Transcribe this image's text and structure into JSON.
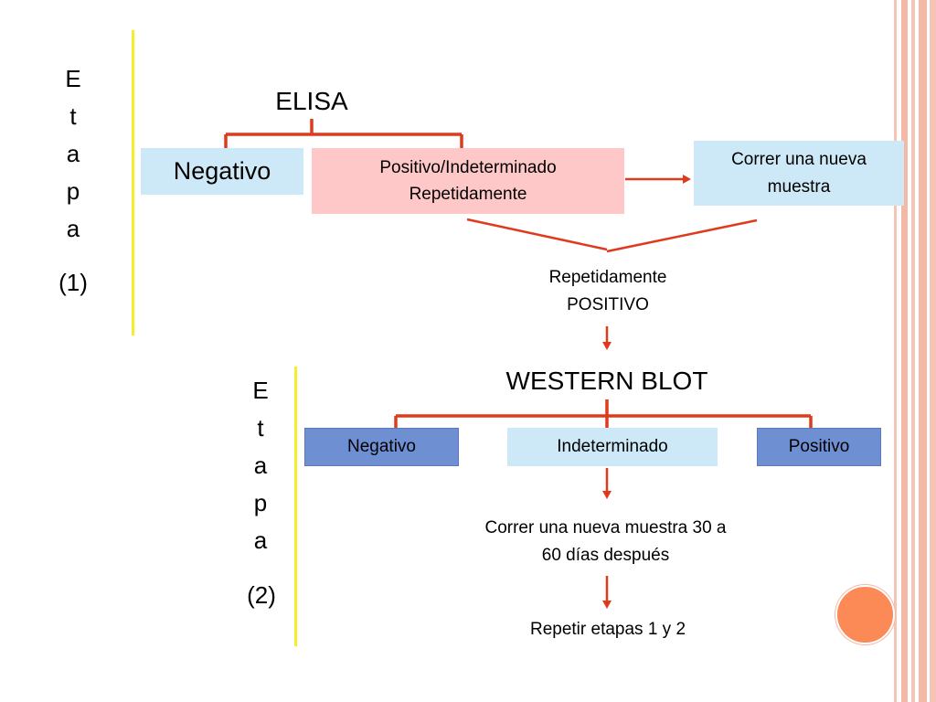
{
  "stage1": {
    "letters": [
      "E",
      "t",
      "a",
      "p",
      "a"
    ],
    "number": "(1)",
    "title": "ELISA",
    "negative": "Negativo",
    "positive_line1": "Positivo/Indeterminado",
    "positive_line2": "Repetidamente",
    "rerun_line1": "Correr una nueva",
    "rerun_line2": "muestra",
    "result_line1": "Repetidamente",
    "result_line2": "POSITIVO"
  },
  "stage2": {
    "letters": [
      "E",
      "t",
      "a",
      "p",
      "a"
    ],
    "number": "(2)",
    "title": "WESTERN BLOT",
    "negative": "Negativo",
    "indeterminate": "Indeterminado",
    "positive": "Positivo",
    "rerun_line1": "Correr una nueva muestra 30 a",
    "rerun_line2": "60 días después",
    "repeat": "Repetir etapas 1 y 2"
  },
  "colors": {
    "connector": "#e03a1c",
    "stage_divider": "#f5ef2a",
    "light_blue_box": "#cde9f8",
    "pink_box": "#fec8c8",
    "blue_box": "#6f8fd3",
    "decor_circle": "#fb8a57",
    "border_stripe": "#f4b8a6"
  }
}
